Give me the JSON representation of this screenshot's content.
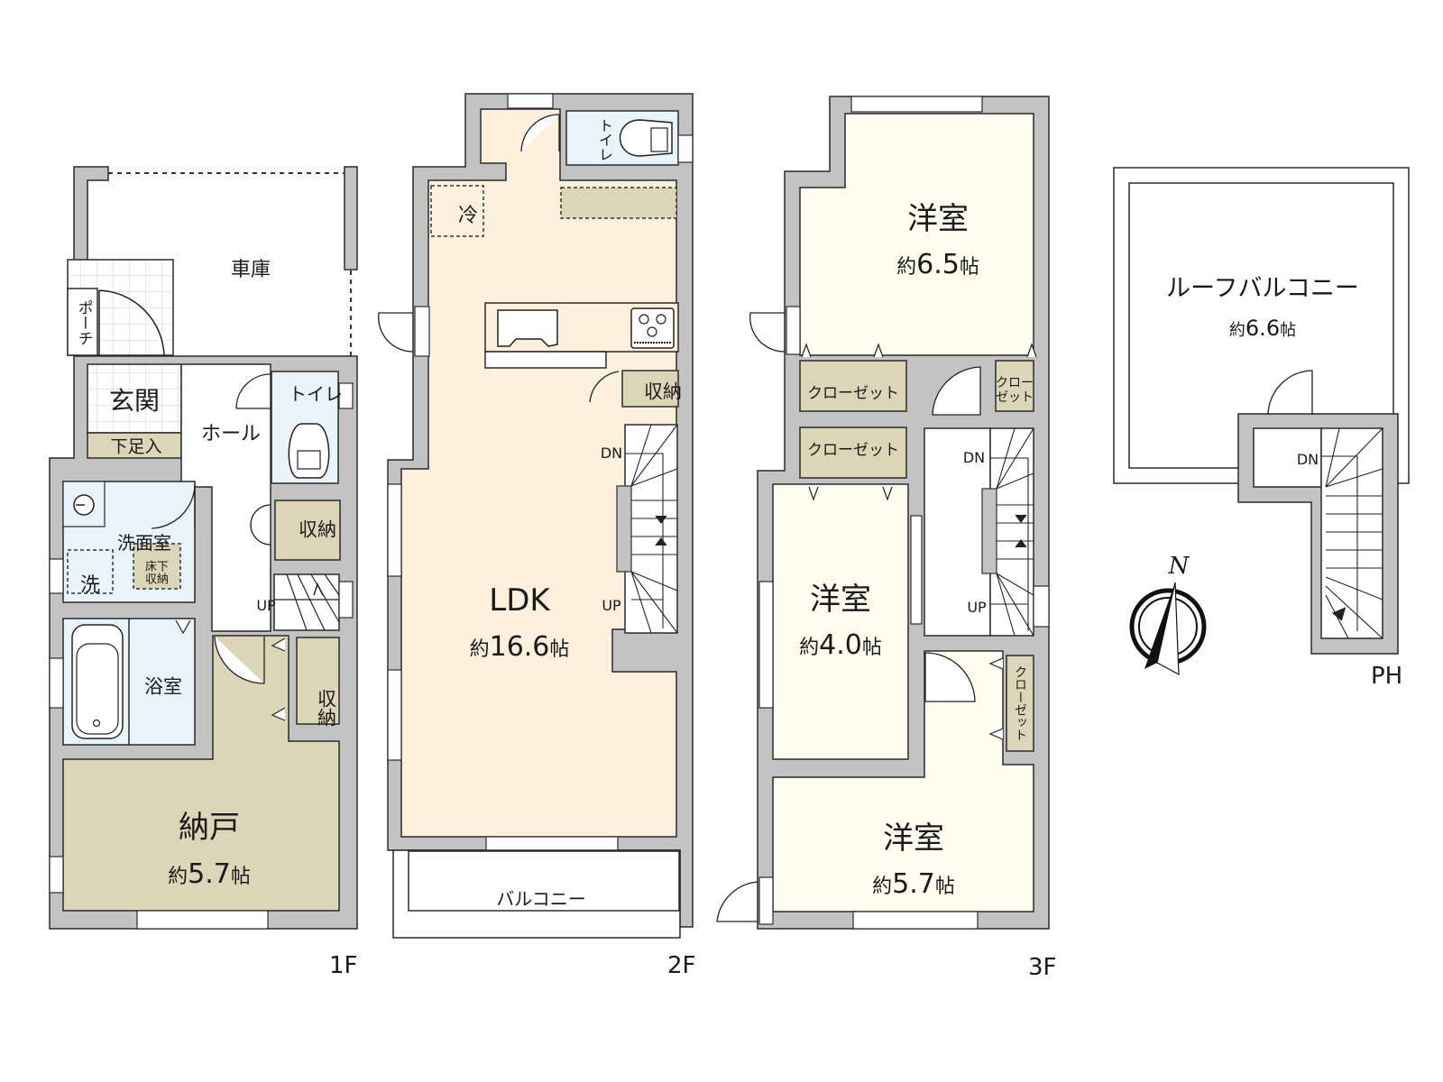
{
  "colors": {
    "wall": "#c3c3c3",
    "wall_stroke": "#2b2b2b",
    "ldk_floor": "#fdf0dc",
    "bedroom_floor": "#fefdf0",
    "wet_area": "#e8f3fb",
    "storage": "#ddd5b8",
    "tile": "#ffffff"
  },
  "floors": [
    {
      "id": "1F",
      "label": "1F",
      "rooms": {
        "garage": {
          "name": "車庫"
        },
        "porch": {
          "name": "ポーチ"
        },
        "entrance": {
          "name": "玄関"
        },
        "shoe_storage": {
          "name": "下足入"
        },
        "hall": {
          "name": "ホール"
        },
        "toilet": {
          "name": "トイレ"
        },
        "storage_hall": {
          "name": "収納"
        },
        "washroom": {
          "name": "洗面室"
        },
        "washer": {
          "name": "洗"
        },
        "underfloor_storage": {
          "name": "床下\n収納",
          "line1": "床下",
          "line2": "収納"
        },
        "bathroom": {
          "name": "浴室"
        },
        "storage_closet": {
          "name": "収納"
        },
        "storeroom": {
          "name": "納戸",
          "area_prefix": "約",
          "area_value": "5.7",
          "area_unit": "帖"
        }
      },
      "stairs": {
        "up": "UP"
      }
    },
    {
      "id": "2F",
      "label": "2F",
      "rooms": {
        "toilet": {
          "name": "トイレ"
        },
        "fridge": {
          "name": "冷"
        },
        "storage": {
          "name": "収納"
        },
        "ldk": {
          "name": "LDK",
          "area_prefix": "約",
          "area_value": "16.6",
          "area_unit": "帖"
        },
        "balcony": {
          "name": "バルコニー"
        }
      },
      "stairs": {
        "dn": "DN",
        "up": "UP"
      }
    },
    {
      "id": "3F",
      "label": "3F",
      "rooms": {
        "bedroom_north": {
          "name": "洋室",
          "area_prefix": "約",
          "area_value": "6.5",
          "area_unit": "帖"
        },
        "closet_a": {
          "name": "クローゼット"
        },
        "closet_b": {
          "name": "クロー\nゼット",
          "line1": "クロー",
          "line2": "ゼット"
        },
        "closet_c": {
          "name": "クローゼット"
        },
        "bedroom_middle": {
          "name": "洋室",
          "area_prefix": "約",
          "area_value": "4.0",
          "area_unit": "帖"
        },
        "closet_d": {
          "name": "クローゼット",
          "line1": "クロー",
          "line2": "ゼット"
        },
        "bedroom_south": {
          "name": "洋室",
          "area_prefix": "約",
          "area_value": "5.7",
          "area_unit": "帖"
        }
      },
      "stairs": {
        "dn": "DN",
        "up": "UP"
      }
    },
    {
      "id": "PH",
      "label": "PH",
      "rooms": {
        "roof_balcony": {
          "name": "ルーフバルコニー",
          "area_prefix": "約",
          "area_value": "6.6",
          "area_unit": "帖"
        }
      },
      "stairs": {
        "dn": "DN"
      }
    }
  ],
  "compass": {
    "label": "N"
  }
}
